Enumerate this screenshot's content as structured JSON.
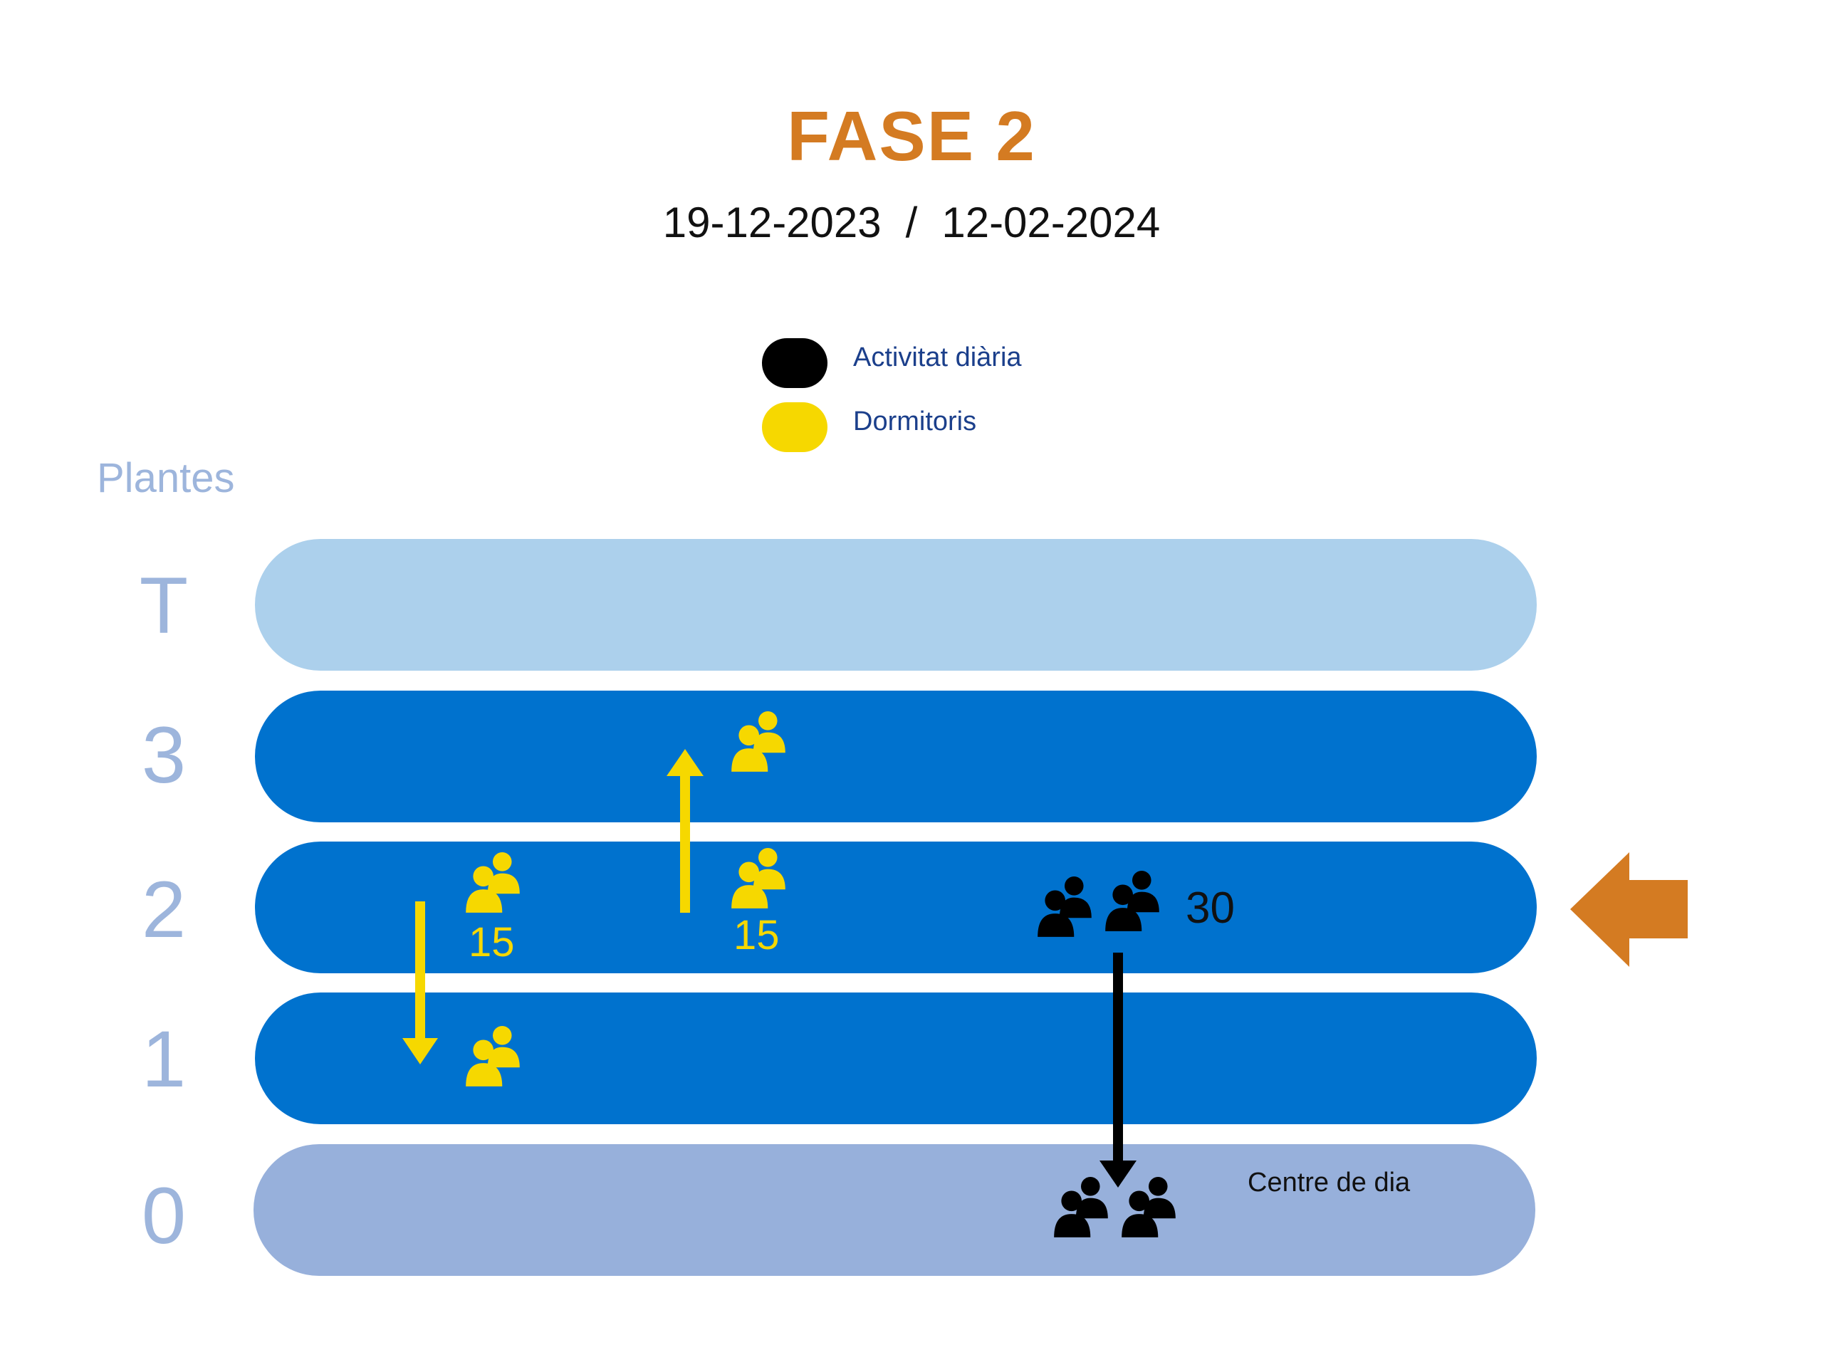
{
  "title": "FASE 2",
  "dates": {
    "start": "19-12-2023",
    "separator": "/",
    "end": "12-02-2024"
  },
  "legend": [
    {
      "label": "Activitat diària",
      "color": "#000000"
    },
    {
      "label": "Dormitoris",
      "color": "#F6D800"
    }
  ],
  "floors_heading": "Plantes",
  "floors": [
    {
      "label": "T",
      "color": "#ACD0EC"
    },
    {
      "label": "3",
      "color": "#0072CE"
    },
    {
      "label": "2",
      "color": "#0072CE"
    },
    {
      "label": "1",
      "color": "#0072CE"
    },
    {
      "label": "0",
      "color": "#97B0DB"
    }
  ],
  "counts": {
    "dorm_down": "15",
    "dorm_up": "15",
    "activity": "30"
  },
  "annotations": {
    "ground": "Centre de dia"
  },
  "current_floor_indicator": {
    "floor": "2",
    "color": "#D47B22"
  },
  "icons": {
    "group": "people-group-icon"
  }
}
